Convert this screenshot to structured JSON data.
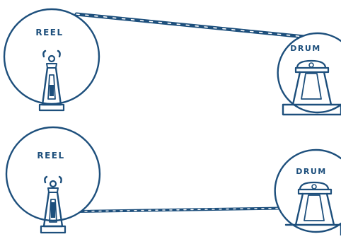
{
  "colors": {
    "ink": "#1d4f7c",
    "background": "#ffffff"
  },
  "panels": [
    {
      "reel_label": "REEL",
      "drum_label": "DRUM"
    },
    {
      "reel_label": "REEL",
      "drum_label": "DRUM"
    }
  ]
}
